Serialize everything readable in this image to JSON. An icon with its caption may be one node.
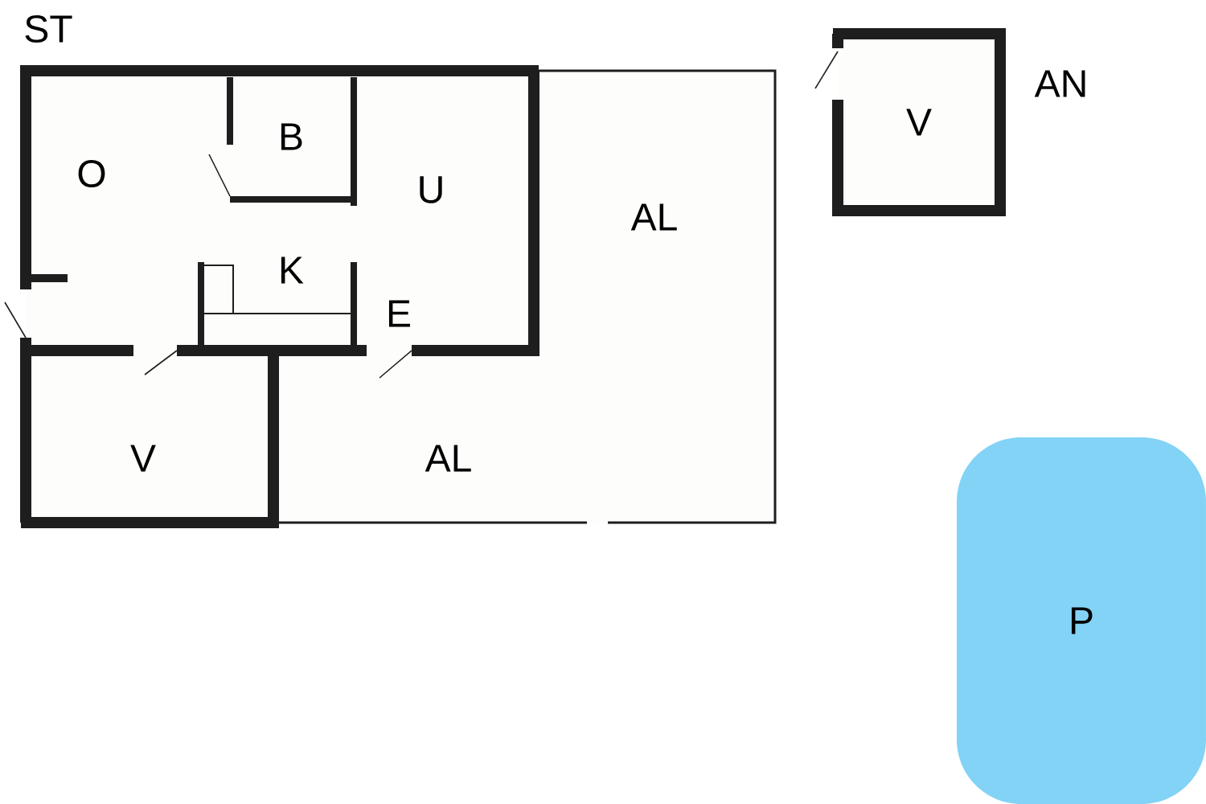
{
  "diagram": {
    "nodes": [
      {
        "text": [
          "V"
        ],
        "beside": [
          "AN"
        ]
      },
      {
        "text": [
          "P"
        ]
      }
    ],
    "labels": [
      "ST",
      "O",
      "B",
      "U",
      "K",
      "E",
      "AL",
      "V",
      "AL"
    ]
  }
}
